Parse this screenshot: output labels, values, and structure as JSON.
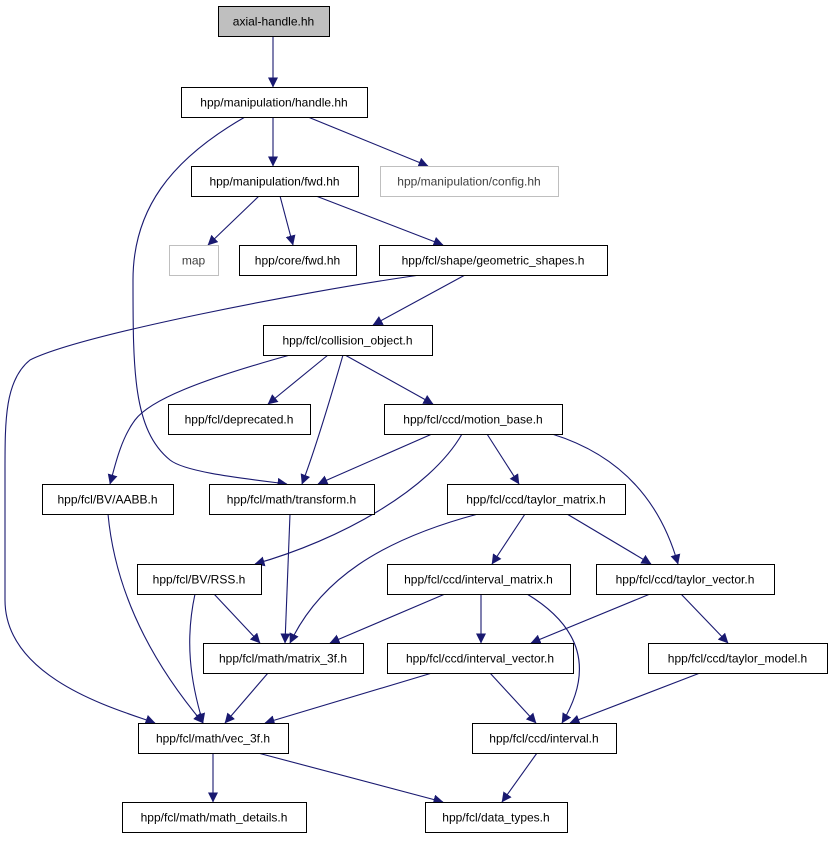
{
  "colors": {
    "edge": "#191970",
    "root_fill": "#bfbfbf",
    "node_stroke": "#000000",
    "ghost_stroke": "#bfbfbf",
    "text": "#000000",
    "ghost_text": "#404040"
  },
  "nodes": {
    "axial": {
      "label": "axial-handle.hh",
      "style": "root"
    },
    "handle": {
      "label": "hpp/manipulation/handle.hh",
      "style": "normal"
    },
    "fwd": {
      "label": "hpp/manipulation/fwd.hh",
      "style": "normal"
    },
    "config": {
      "label": "hpp/manipulation/config.hh",
      "style": "ghost"
    },
    "map": {
      "label": "map",
      "style": "ghost"
    },
    "corefwd": {
      "label": "hpp/core/fwd.hh",
      "style": "normal"
    },
    "geom": {
      "label": "hpp/fcl/shape/geometric_shapes.h",
      "style": "normal"
    },
    "collision": {
      "label": "hpp/fcl/collision_object.h",
      "style": "normal"
    },
    "deprecated": {
      "label": "hpp/fcl/deprecated.h",
      "style": "normal"
    },
    "motion": {
      "label": "hpp/fcl/ccd/motion_base.h",
      "style": "normal"
    },
    "aabb": {
      "label": "hpp/fcl/BV/AABB.h",
      "style": "normal"
    },
    "transform": {
      "label": "hpp/fcl/math/transform.h",
      "style": "normal"
    },
    "tmatrix": {
      "label": "hpp/fcl/ccd/taylor_matrix.h",
      "style": "normal"
    },
    "rss": {
      "label": "hpp/fcl/BV/RSS.h",
      "style": "normal"
    },
    "imatrix": {
      "label": "hpp/fcl/ccd/interval_matrix.h",
      "style": "normal"
    },
    "tvector": {
      "label": "hpp/fcl/ccd/taylor_vector.h",
      "style": "normal"
    },
    "matrix3f": {
      "label": "hpp/fcl/math/matrix_3f.h",
      "style": "normal"
    },
    "ivector": {
      "label": "hpp/fcl/ccd/interval_vector.h",
      "style": "normal"
    },
    "tmodel": {
      "label": "hpp/fcl/ccd/taylor_model.h",
      "style": "normal"
    },
    "vec3f": {
      "label": "hpp/fcl/math/vec_3f.h",
      "style": "normal"
    },
    "interval": {
      "label": "hpp/fcl/ccd/interval.h",
      "style": "normal"
    },
    "mathdetails": {
      "label": "hpp/fcl/math/math_details.h",
      "style": "normal"
    },
    "datatypes": {
      "label": "hpp/fcl/data_types.h",
      "style": "normal"
    }
  },
  "edges": [
    {
      "from": "axial",
      "to": "handle"
    },
    {
      "from": "handle",
      "to": "fwd"
    },
    {
      "from": "handle",
      "to": "config"
    },
    {
      "from": "handle",
      "to": "transform"
    },
    {
      "from": "fwd",
      "to": "map"
    },
    {
      "from": "fwd",
      "to": "corefwd"
    },
    {
      "from": "fwd",
      "to": "geom"
    },
    {
      "from": "geom",
      "to": "collision"
    },
    {
      "from": "geom",
      "to": "vec3f"
    },
    {
      "from": "collision",
      "to": "deprecated"
    },
    {
      "from": "collision",
      "to": "motion"
    },
    {
      "from": "collision",
      "to": "aabb"
    },
    {
      "from": "collision",
      "to": "transform"
    },
    {
      "from": "motion",
      "to": "transform"
    },
    {
      "from": "motion",
      "to": "tmatrix"
    },
    {
      "from": "motion",
      "to": "tvector"
    },
    {
      "from": "motion",
      "to": "rss"
    },
    {
      "from": "aabb",
      "to": "vec3f"
    },
    {
      "from": "transform",
      "to": "matrix3f"
    },
    {
      "from": "tmatrix",
      "to": "imatrix"
    },
    {
      "from": "tmatrix",
      "to": "tvector"
    },
    {
      "from": "tmatrix",
      "to": "matrix3f"
    },
    {
      "from": "rss",
      "to": "matrix3f"
    },
    {
      "from": "rss",
      "to": "vec3f"
    },
    {
      "from": "imatrix",
      "to": "ivector"
    },
    {
      "from": "imatrix",
      "to": "matrix3f"
    },
    {
      "from": "imatrix",
      "to": "interval"
    },
    {
      "from": "tvector",
      "to": "ivector"
    },
    {
      "from": "tvector",
      "to": "tmodel"
    },
    {
      "from": "matrix3f",
      "to": "vec3f"
    },
    {
      "from": "ivector",
      "to": "vec3f"
    },
    {
      "from": "ivector",
      "to": "interval"
    },
    {
      "from": "tmodel",
      "to": "interval"
    },
    {
      "from": "vec3f",
      "to": "mathdetails"
    },
    {
      "from": "vec3f",
      "to": "datatypes"
    },
    {
      "from": "interval",
      "to": "datatypes"
    }
  ]
}
